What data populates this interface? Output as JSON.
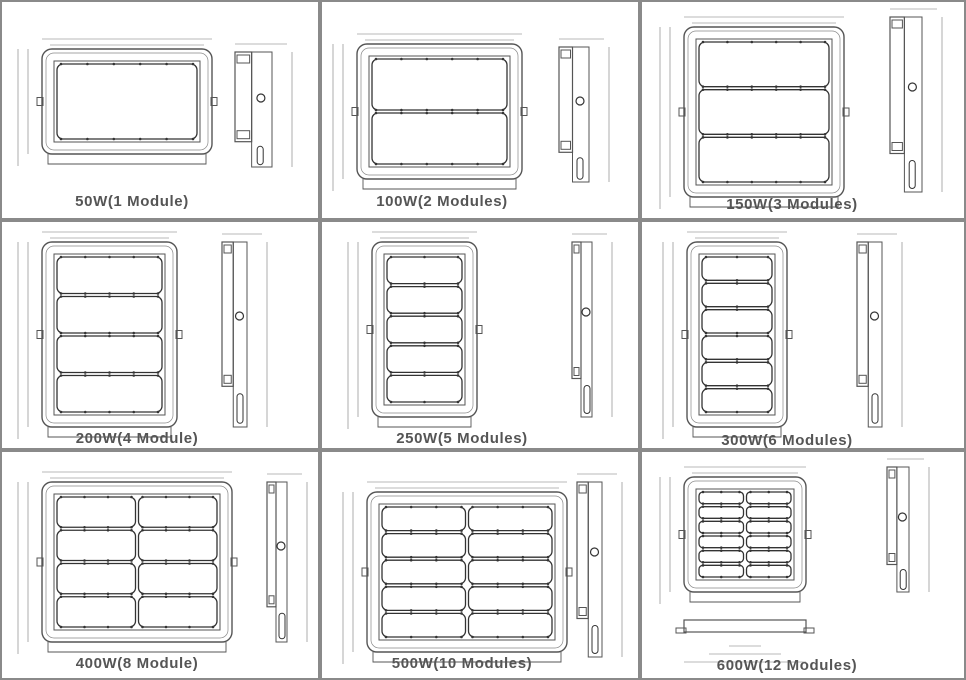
{
  "title": "Floodlight dimension drawings by wattage",
  "cells": [
    {
      "caption": "50W(1 Module)",
      "rows": 1,
      "cols": 1
    },
    {
      "caption": "100W(2 Modules)",
      "rows": 2,
      "cols": 1
    },
    {
      "caption": "150W(3 Modules)",
      "rows": 3,
      "cols": 1
    },
    {
      "caption": "200W(4 Module)",
      "rows": 4,
      "cols": 1
    },
    {
      "caption": "250W(5 Modules)",
      "rows": 5,
      "cols": 1
    },
    {
      "caption": "300W(6 Modules)",
      "rows": 6,
      "cols": 1
    },
    {
      "caption": "400W(8 Module)",
      "rows": 4,
      "cols": 2
    },
    {
      "caption": "500W(10 Modules)",
      "rows": 5,
      "cols": 2
    },
    {
      "caption": "600W(12 Modules)",
      "rows": 6,
      "cols": 2
    }
  ],
  "colors": {
    "line": "#555555",
    "border": "#8a8a8a",
    "caption": "#555555"
  }
}
